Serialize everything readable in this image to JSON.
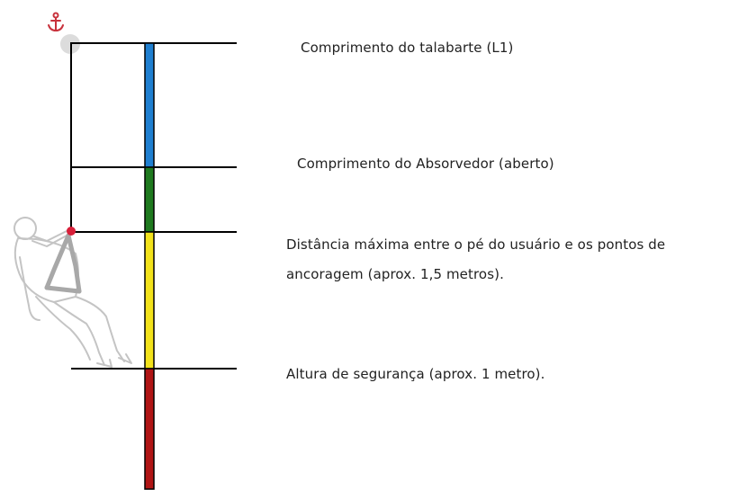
{
  "labels": {
    "lanyard_length": "Comprimento do talabarte (L1)",
    "absorber_length": "Comprimento do Absorvedor (aberto)",
    "max_distance": "Distância máxima entre o pé do usuário e os pontos de ancoragem (aprox. 1,5 metros).",
    "safety_height": "Altura de segurança (aprox. 1 metro)."
  },
  "colors": {
    "lanyard": "#1f7fd0",
    "absorber": "#1f7a1f",
    "distance": "#f2e21a",
    "safety": "#b01515",
    "anchor": "#c8323c",
    "attachment": "#d8203a",
    "figure": "#c4c4c4",
    "harness": "#a8a8a8"
  },
  "icons": {
    "anchor": "anchor-icon",
    "anchor_point": "anchor-ring",
    "figure": "suspended-worker-figure"
  }
}
